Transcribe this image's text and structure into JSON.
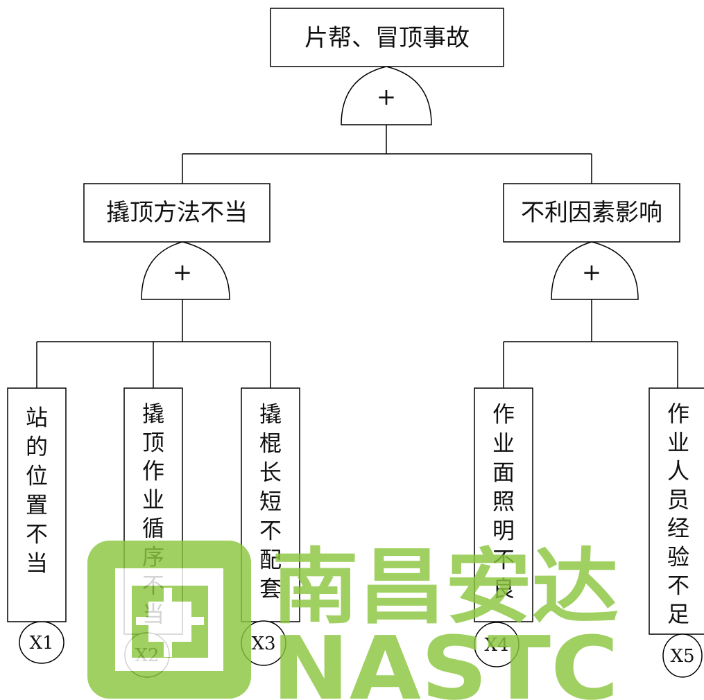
{
  "top_event": {
    "label": "片帮、冒顶事故",
    "gate": "+"
  },
  "intermediate_events": [
    {
      "id": "m1",
      "label": "撬顶方法不当",
      "gate": "+"
    },
    {
      "id": "m2",
      "label": "不利因素影响",
      "gate": "+"
    }
  ],
  "basic_events": [
    {
      "id": "X1",
      "label": "站的位置不当",
      "symbol": "X1",
      "parent": "m1"
    },
    {
      "id": "X2",
      "label": "撬顶作业循序不当",
      "symbol": "X2",
      "parent": "m1"
    },
    {
      "id": "X3",
      "label": "撬棍长短不配套",
      "symbol": "X3",
      "parent": "m1"
    },
    {
      "id": "X4",
      "label": "作业面照明不良",
      "symbol": "X4",
      "parent": "m2"
    },
    {
      "id": "X5",
      "label": "作业人员经验不足",
      "symbol": "X5",
      "parent": "m2"
    }
  ],
  "watermark": {
    "cn": "南昌安达",
    "en": "NASTC",
    "color": "#8cc63f"
  }
}
